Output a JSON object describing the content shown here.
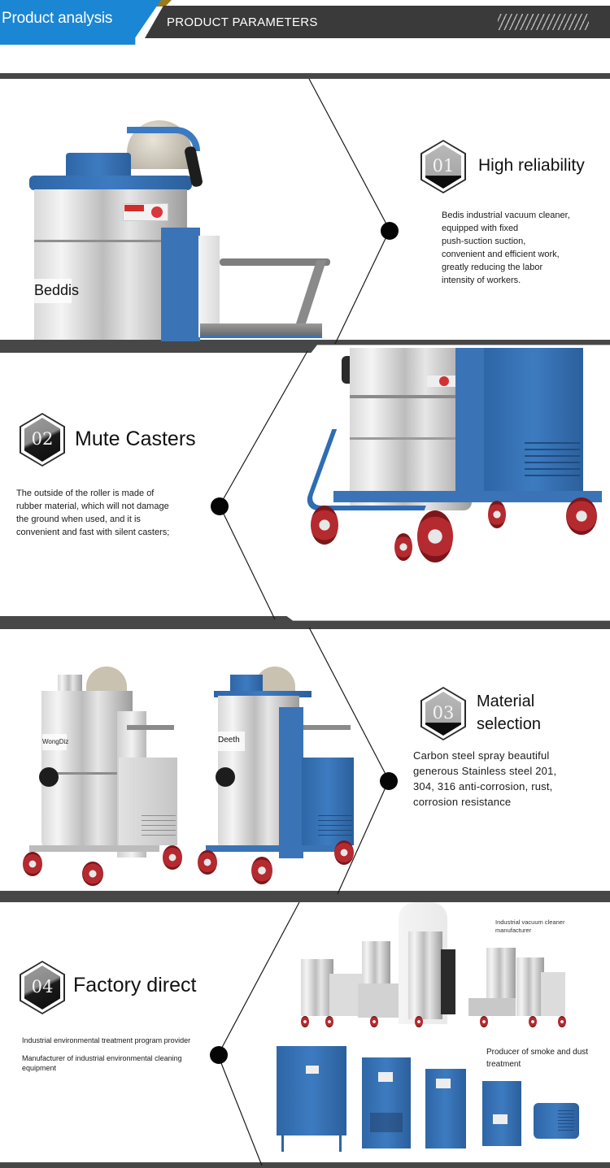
{
  "header": {
    "tab_label": "Product analysis",
    "title": "PRODUCT PARAMETERS",
    "colors": {
      "tab_blue": "#1a86d4",
      "bar_dark": "#3a3a3a",
      "band": "#474747"
    }
  },
  "features": [
    {
      "number": "01",
      "title": "High reliability",
      "description": "Bedis industrial vacuum cleaner,\n equipped with fixed\npush-suction suction,\nconvenient and efficient work,\ngreatly reducing the labor\nintensity of workers.",
      "image_label": "Beddis"
    },
    {
      "number": "02",
      "title": "Mute Casters",
      "description": "The outside of the roller is made of\nrubber material, which will not damage\nthe ground when used, and it is\nconvenient and fast with silent casters;"
    },
    {
      "number": "03",
      "title_line1": "Material",
      "title_line2": "selection",
      "description": "Carbon steel spray beautiful\ngenerous Stainless steel 201,\n304, 316 anti-corrosion, rust,\ncorrosion resistance",
      "image_labels": [
        "WongDiz",
        "Deeth"
      ]
    },
    {
      "number": "04",
      "title": "Factory direct",
      "description_lines": [
        "Industrial environmental treatment program provider",
        "Manufacturer of industrial environmental cleaning\nequipment"
      ],
      "image_captions": [
        "Industrial vacuum cleaner\nmanufacturer",
        "Producer of smoke and dust\n treatment"
      ]
    }
  ]
}
